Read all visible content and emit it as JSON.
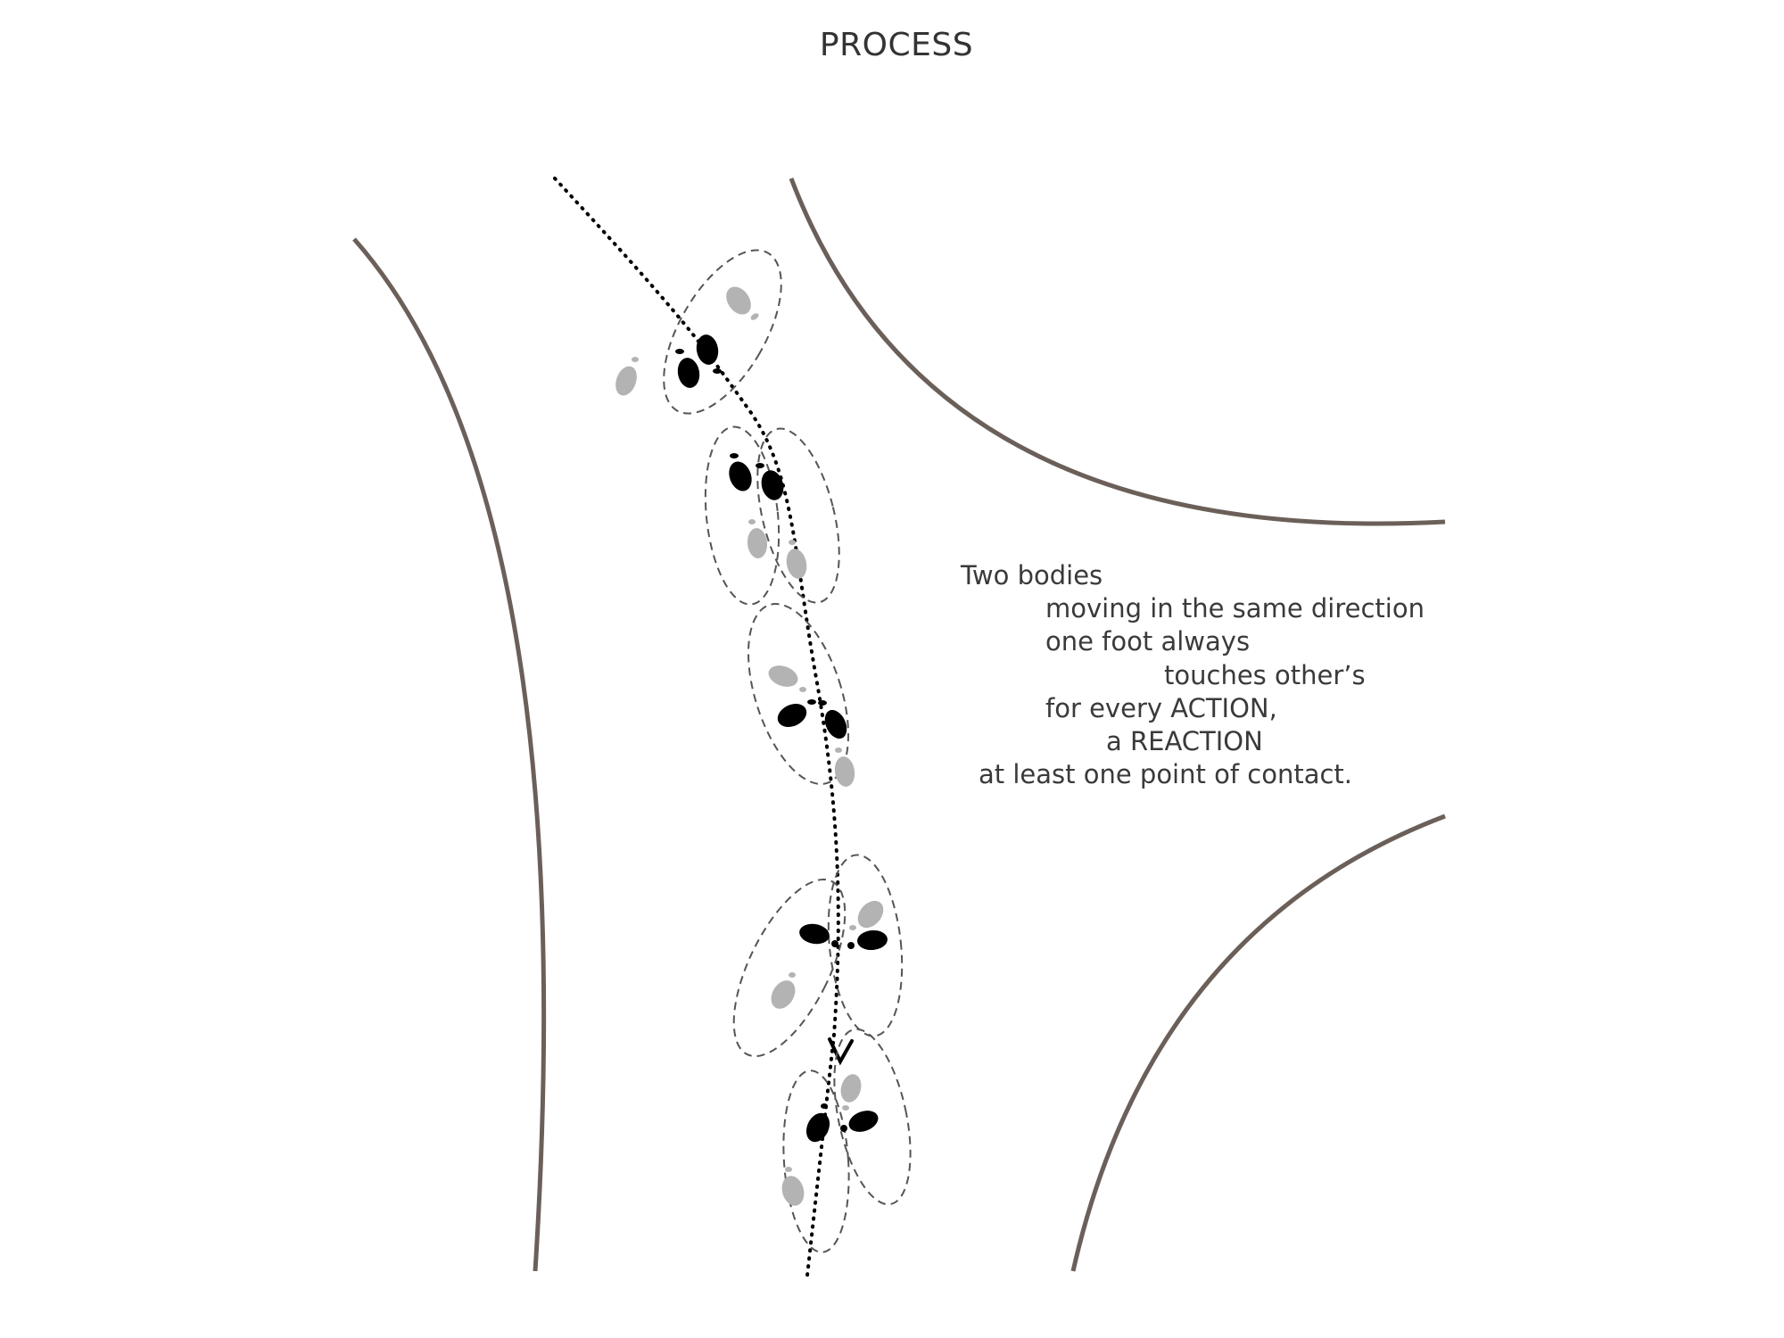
{
  "title": "PROCESS",
  "poem": [
    "Two bodies",
    "moving in the same direction",
    "one foot always",
    "touches other’s",
    "for every ACTION,",
    "a REACTION",
    "at least one point of contact."
  ],
  "colors": {
    "wall": "#6b6059",
    "footprint_lead": "#000000",
    "footprint_follow": "#b3b3b3",
    "ellipse_outline": "#555555",
    "path": "#000000"
  }
}
